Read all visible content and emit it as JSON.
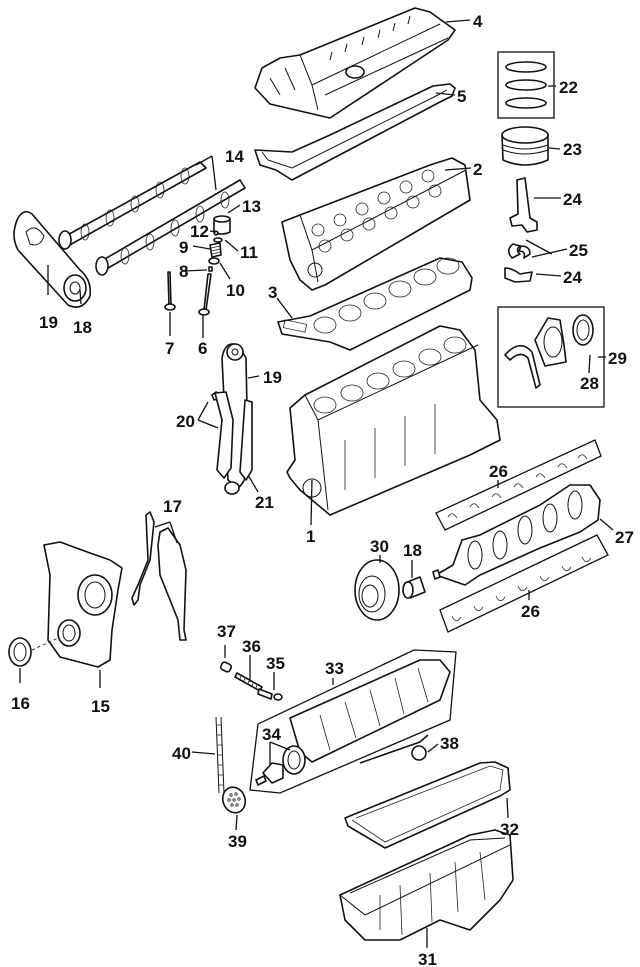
{
  "diagram": {
    "title": "Engine exploded parts diagram",
    "colors": {
      "ink": "#111111",
      "paper": "#ffffff"
    },
    "callouts": {
      "c1": "1",
      "c2": "2",
      "c3": "3",
      "c4": "4",
      "c5": "5",
      "c6": "6",
      "c7": "7",
      "c8": "8",
      "c9": "9",
      "c10": "10",
      "c11": "11",
      "c12": "12",
      "c13": "13",
      "c14": "14",
      "c15": "15",
      "c16": "16",
      "c17": "17",
      "c18a": "18",
      "c18b": "18",
      "c19a": "19",
      "c19b": "19",
      "c20": "20",
      "c21": "21",
      "c22": "22",
      "c23": "23",
      "c24a": "24",
      "c24b": "24",
      "c25": "25",
      "c26a": "26",
      "c26b": "26",
      "c27": "27",
      "c28": "28",
      "c29": "29",
      "c30": "30",
      "c31": "31",
      "c32": "32",
      "c33": "33",
      "c34": "34",
      "c35": "35",
      "c36": "36",
      "c37": "37",
      "c38": "38",
      "c39": "39",
      "c40": "40"
    },
    "parts": [
      {
        "id": "1",
        "name": "engine-block"
      },
      {
        "id": "2",
        "name": "cylinder-head"
      },
      {
        "id": "3",
        "name": "head-gasket"
      },
      {
        "id": "4",
        "name": "valve-cover"
      },
      {
        "id": "5",
        "name": "valve-cover-gasket"
      },
      {
        "id": "6",
        "name": "exhaust-valve"
      },
      {
        "id": "7",
        "name": "intake-valve"
      },
      {
        "id": "8",
        "name": "valve-stem-seal"
      },
      {
        "id": "9",
        "name": "valve-spring"
      },
      {
        "id": "10",
        "name": "spring-seat"
      },
      {
        "id": "11",
        "name": "retainer"
      },
      {
        "id": "12",
        "name": "valve-keeper"
      },
      {
        "id": "13",
        "name": "lifter"
      },
      {
        "id": "14",
        "name": "camshafts"
      },
      {
        "id": "15",
        "name": "timing-cover"
      },
      {
        "id": "16",
        "name": "front-seal"
      },
      {
        "id": "17",
        "name": "timing-cover-gaskets"
      },
      {
        "id": "18",
        "name": "sprocket"
      },
      {
        "id": "19",
        "name": "timing-chain"
      },
      {
        "id": "20",
        "name": "chain-guides"
      },
      {
        "id": "21",
        "name": "chain-tensioner-rail"
      },
      {
        "id": "22",
        "name": "piston-rings"
      },
      {
        "id": "23",
        "name": "piston"
      },
      {
        "id": "24",
        "name": "connecting-rod"
      },
      {
        "id": "25",
        "name": "rod-bearings"
      },
      {
        "id": "26",
        "name": "main-bearings"
      },
      {
        "id": "27",
        "name": "crankshaft"
      },
      {
        "id": "28",
        "name": "rear-main-seal"
      },
      {
        "id": "29",
        "name": "rear-seal-kit"
      },
      {
        "id": "30",
        "name": "harmonic-balancer"
      },
      {
        "id": "31",
        "name": "oil-pan"
      },
      {
        "id": "32",
        "name": "oil-pan-gasket"
      },
      {
        "id": "33",
        "name": "oil-pump-assembly"
      },
      {
        "id": "34",
        "name": "oil-pump-parts"
      },
      {
        "id": "35",
        "name": "relief-valve"
      },
      {
        "id": "36",
        "name": "relief-spring"
      },
      {
        "id": "37",
        "name": "relief-plug"
      },
      {
        "id": "38",
        "name": "dipstick-tube"
      },
      {
        "id": "39",
        "name": "oil-pump-sprocket"
      },
      {
        "id": "40",
        "name": "oil-pump-chain"
      }
    ]
  }
}
